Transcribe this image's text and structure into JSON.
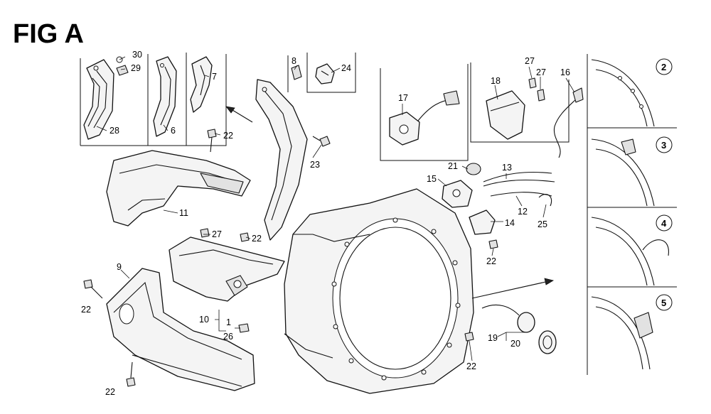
{
  "figure": {
    "title": "FIG A"
  },
  "callouts": {
    "c28": "28",
    "c30": "30",
    "c29": "29",
    "c6": "6",
    "c7": "7",
    "c22a": "22",
    "c11": "11",
    "c9": "9",
    "c22b": "22",
    "c22c": "22",
    "c27a": "27",
    "c22d": "22",
    "c10": "10",
    "c1": "1",
    "c26": "26",
    "c8": "8",
    "c24": "24",
    "c23": "23",
    "c17": "17",
    "c18": "18",
    "c27b": "27",
    "c27c": "27",
    "c16": "16",
    "c21": "21",
    "c13": "13",
    "c15": "15",
    "c12": "12",
    "c14": "14",
    "c25": "25",
    "c22e": "22",
    "c19": "19",
    "c20": "20",
    "c22f": "22"
  },
  "variants": {
    "v2": "2",
    "v3": "3",
    "v4": "4",
    "v5": "5"
  }
}
